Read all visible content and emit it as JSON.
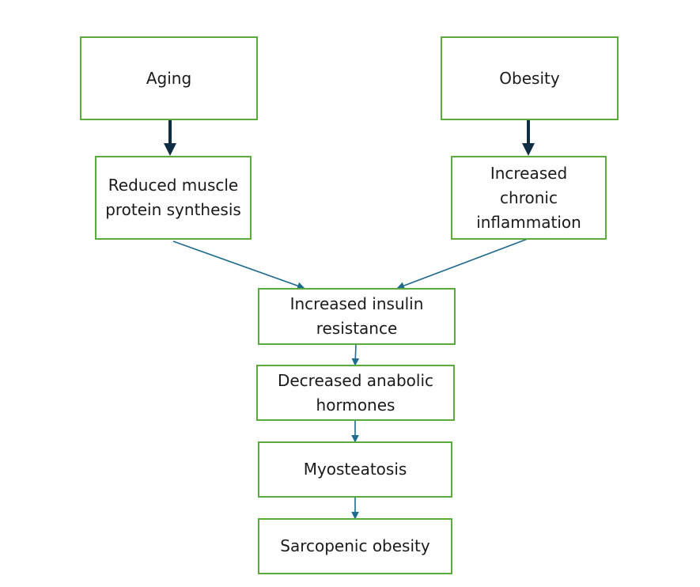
{
  "diagram": {
    "type": "flowchart",
    "nodes": [
      {
        "id": "aging",
        "label": "Aging"
      },
      {
        "id": "obesity",
        "label": "Obesity"
      },
      {
        "id": "reduced_mps",
        "label": "Reduced muscle protein synthesis"
      },
      {
        "id": "chronic_inflammation",
        "label": "Increased chronic inflammation"
      },
      {
        "id": "insulin_resistance",
        "label": "Increased insulin resistance"
      },
      {
        "id": "anabolic_hormones",
        "label": "Decreased anabolic hormones"
      },
      {
        "id": "myosteatosis",
        "label": "Myosteatosis"
      },
      {
        "id": "sarcopenic_obesity",
        "label": "Sarcopenic obesity"
      }
    ],
    "edges": [
      {
        "from": "aging",
        "to": "reduced_mps"
      },
      {
        "from": "obesity",
        "to": "chronic_inflammation"
      },
      {
        "from": "reduced_mps",
        "to": "insulin_resistance"
      },
      {
        "from": "chronic_inflammation",
        "to": "insulin_resistance"
      },
      {
        "from": "insulin_resistance",
        "to": "anabolic_hormones"
      },
      {
        "from": "anabolic_hormones",
        "to": "myosteatosis"
      },
      {
        "from": "myosteatosis",
        "to": "sarcopenic_obesity"
      }
    ],
    "colors": {
      "box_border": "#5aaa3c",
      "thick_arrow": "#0f2d44",
      "thin_arrow": "#1f6b8e"
    }
  }
}
